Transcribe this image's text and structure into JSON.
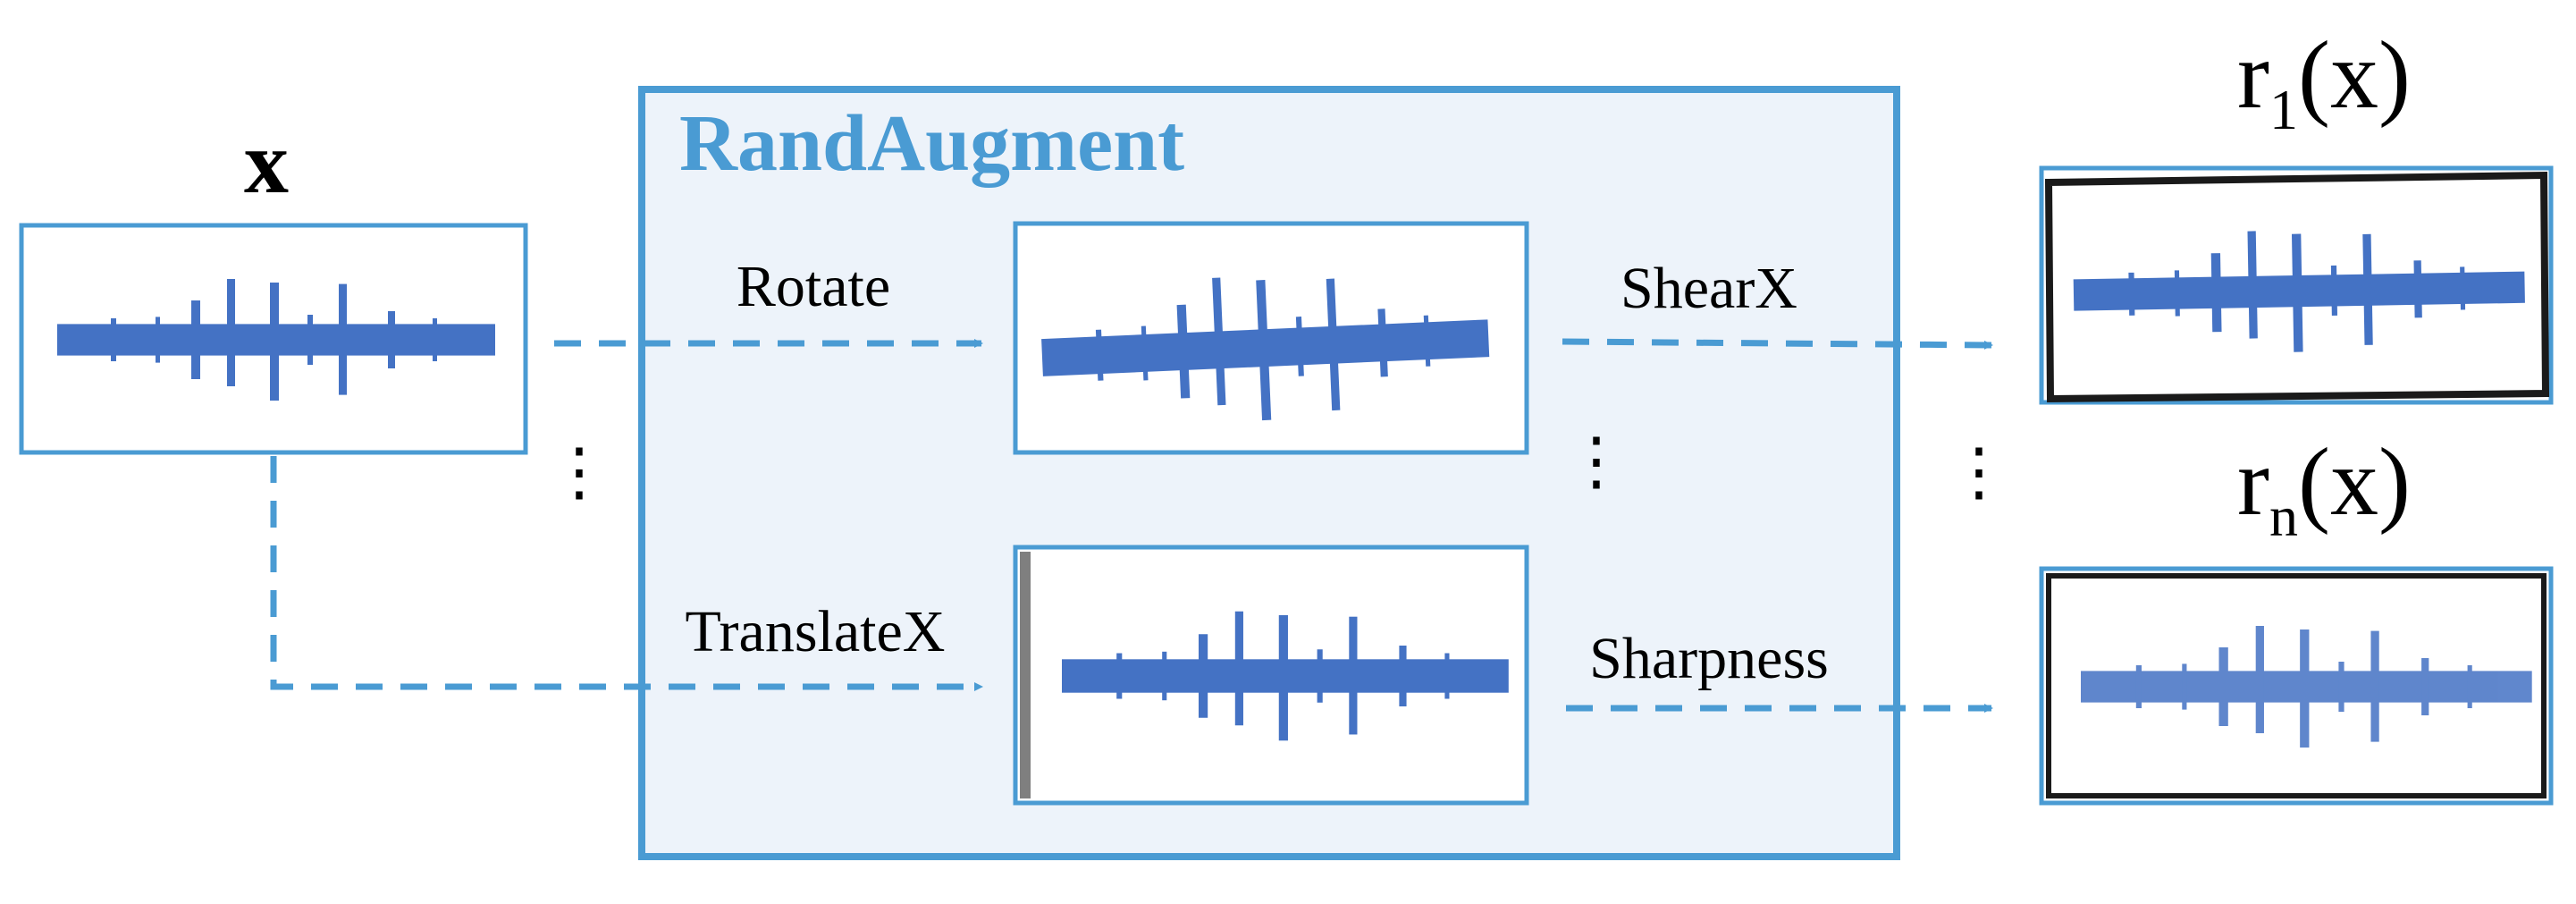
{
  "input": {
    "label": "x"
  },
  "panel": {
    "title": "RandAugment"
  },
  "operations": {
    "rotate": "Rotate",
    "translate": "TranslateX",
    "shear": "ShearX",
    "sharpness": "Sharpness"
  },
  "outputs": {
    "first": {
      "base": "r",
      "sub": "1",
      "suffix": "(x)"
    },
    "last": {
      "base": "r",
      "sub": "n",
      "suffix": "(x)"
    }
  },
  "ellipsis": "⋮",
  "colors": {
    "box_border": "#4a9bd3",
    "panel_fill": "#edf3fa",
    "title": "#4a9bd3",
    "arrow": "#4a9bd3",
    "waveform": "#4472c4"
  }
}
